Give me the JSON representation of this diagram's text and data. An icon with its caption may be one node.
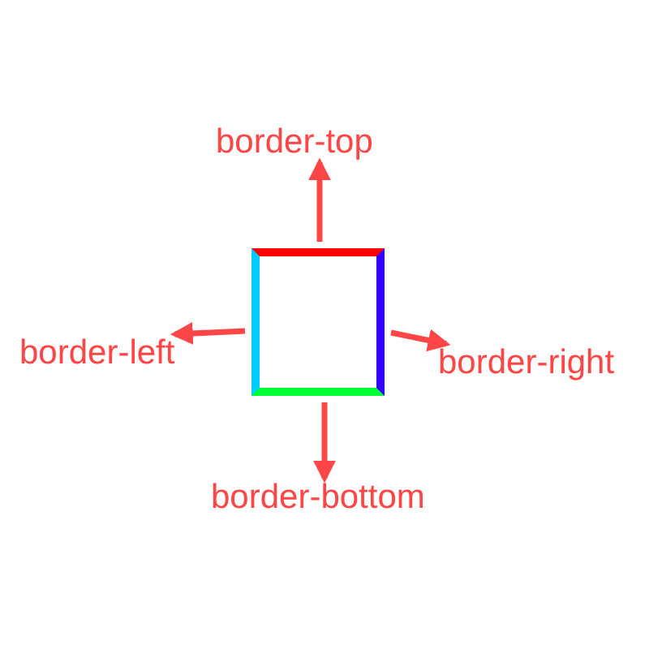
{
  "diagram": {
    "nodes": [
      {
        "text": [],
        "shape": "box"
      },
      {
        "text": [
          "border-top"
        ]
      },
      {
        "text": [
          "border-left"
        ]
      },
      {
        "text": [
          "border-right"
        ]
      },
      {
        "text": [
          "border-bottom"
        ]
      }
    ],
    "edges": [
      {
        "from": 0,
        "to": 1,
        "arrow": "to"
      },
      {
        "from": 0,
        "to": 2,
        "arrow": "to"
      },
      {
        "from": 0,
        "to": 3,
        "arrow": "to"
      },
      {
        "from": 0,
        "to": 4,
        "arrow": "to"
      }
    ]
  }
}
